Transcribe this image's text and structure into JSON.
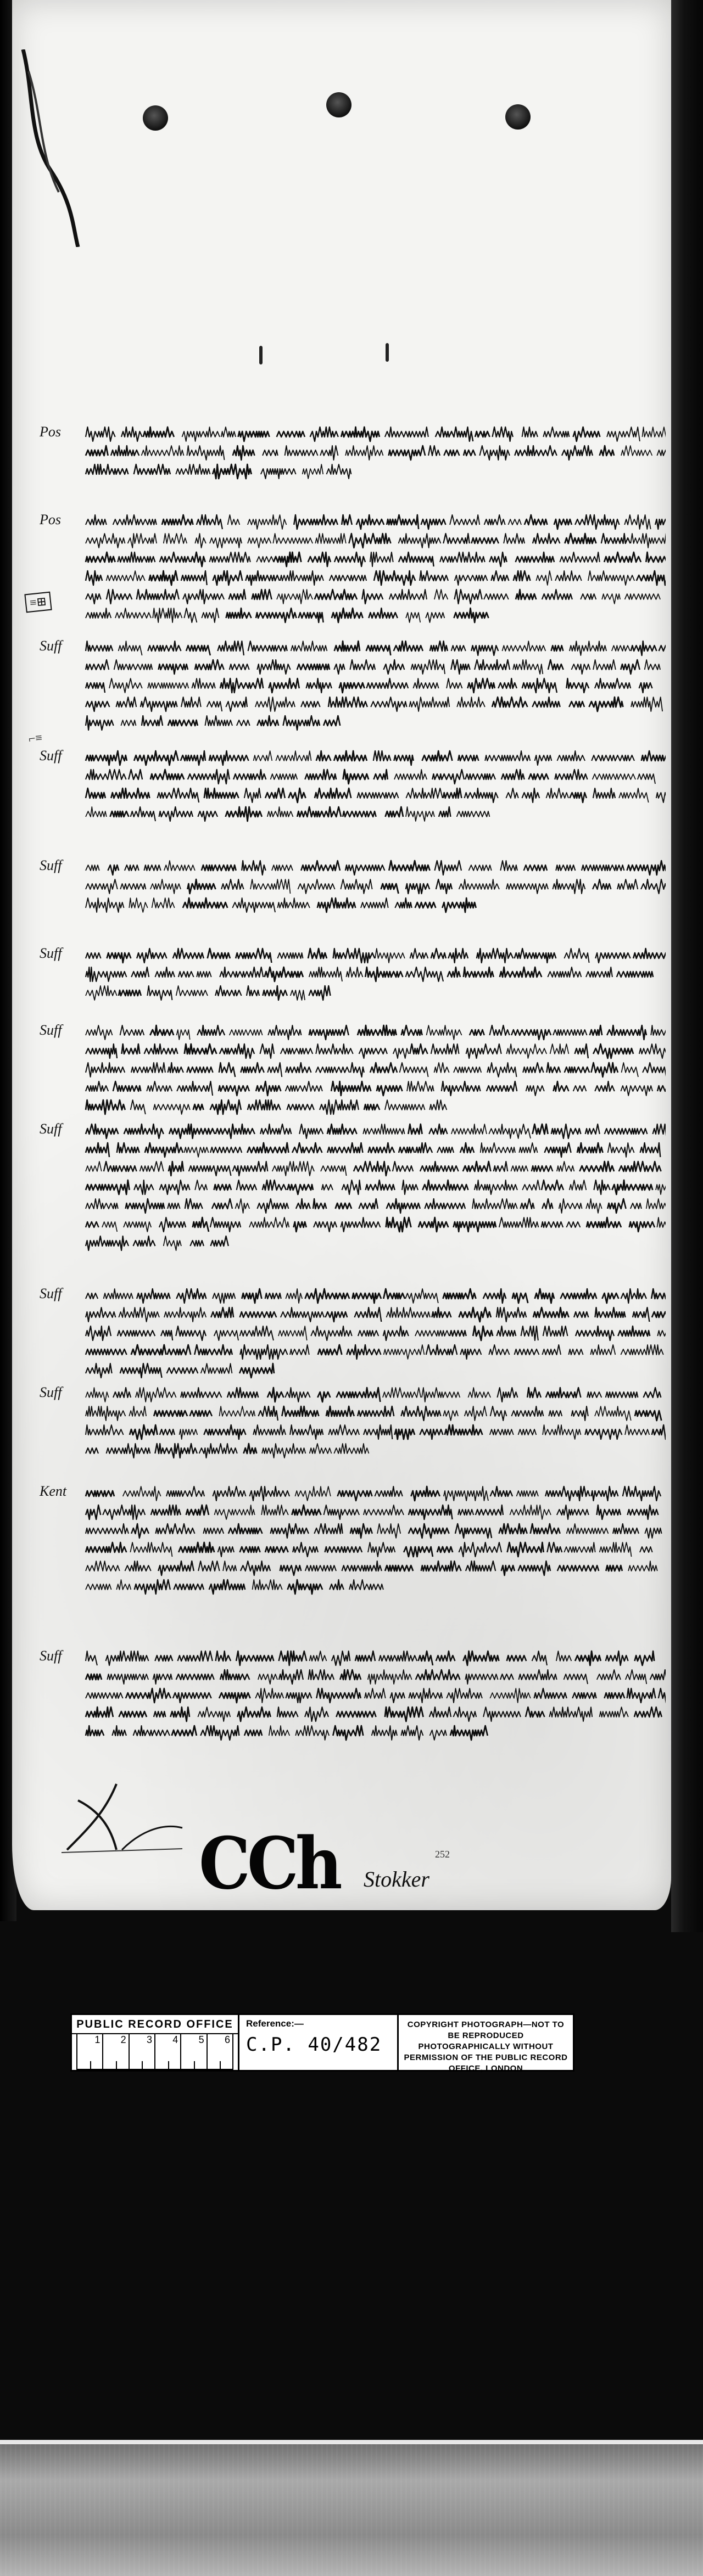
{
  "label": {
    "office": "PUBLIC RECORD OFFICE",
    "scale_marks": [
      "1",
      "2",
      "3",
      "4",
      "5",
      "6"
    ],
    "reference_label": "Reference:—",
    "reference_value": "C.P. 40/482",
    "copyright": "COPYRIGHT PHOTOGRAPH—NOT TO BE REPRODUCED PHOTOGRAPHICALLY WITHOUT PERMISSION OF THE PUBLIC RECORD OFFICE, LONDON"
  },
  "membrane": {
    "stamp": "CCh",
    "county": "Stokker",
    "number": "252"
  },
  "entries": [
    {
      "margin": "Pos",
      "lines": 3
    },
    {
      "margin": "Pos",
      "lines": 6
    },
    {
      "margin": "Suff",
      "lines": 5
    },
    {
      "margin": "Suff",
      "lines": 4
    },
    {
      "margin": "Suff",
      "lines": 3
    },
    {
      "margin": "Suff",
      "lines": 3
    },
    {
      "margin": "Suff",
      "lines": 5
    },
    {
      "margin": "Suff",
      "lines": 7
    },
    {
      "margin": "Suff",
      "lines": 5
    },
    {
      "margin": "Suff",
      "lines": 4
    },
    {
      "margin": "Kent",
      "lines": 6
    },
    {
      "margin": "Suff",
      "lines": 5
    }
  ],
  "colors": {
    "parchment": "#f4f4f2",
    "ink": "#0d0d0d",
    "background": "#0b0b0b"
  }
}
